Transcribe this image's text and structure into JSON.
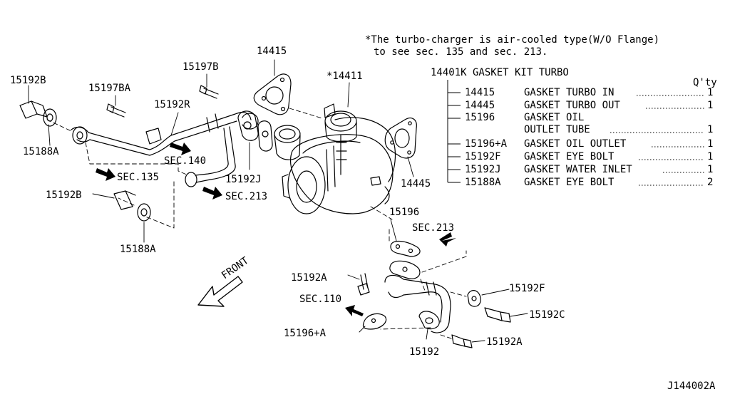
{
  "note": {
    "line1": "*The turbo-charger is air-cooled type(W/O Flange)",
    "line2": "to see sec. 135 and sec. 213."
  },
  "kit": {
    "title": "14401K GASKET KIT TURBO",
    "qty_header": "Q'ty",
    "rows": [
      {
        "part": "14415",
        "desc": "GASKET TURBO IN",
        "qty": "1"
      },
      {
        "part": "14445",
        "desc": "GASKET TURBO OUT",
        "qty": "1"
      },
      {
        "part": "15196",
        "desc": "GASKET OIL",
        "desc2": "OUTLET TUBE",
        "qty": "1"
      },
      {
        "part": "15196+A",
        "desc": "GASKET OIL OUTLET",
        "qty": "1"
      },
      {
        "part": "15192F",
        "desc": "GASKET EYE BOLT",
        "qty": "1"
      },
      {
        "part": "15192J",
        "desc": "GASKET WATER INLET",
        "qty": "1"
      },
      {
        "part": "15188A",
        "desc": "GASKET EYE BOLT",
        "qty": "2"
      }
    ]
  },
  "callouts": {
    "p15192B_top": "15192B",
    "p15197BA": "15197BA",
    "p15197B": "15197B",
    "p14415": "14415",
    "p14411": "*14411",
    "p15192R": "15192R",
    "p15188A_top": "15188A",
    "sec140": "SEC.140",
    "sec135": "SEC.135",
    "p15192J": "15192J",
    "sec213_left": "SEC.213",
    "p14445": "14445",
    "p15192B_bottom": "15192B",
    "p15188A_bottom": "15188A",
    "p15196": "15196",
    "sec213_right": "SEC.213",
    "p15192A_mid": "15192A",
    "front": "FRONT",
    "p15192F": "15192F",
    "sec110": "SEC.110",
    "p15192C": "15192C",
    "p15196A": "15196+A",
    "p15192A_bottom": "15192A",
    "p15192": "15192"
  },
  "diagram_id": "J144002A"
}
